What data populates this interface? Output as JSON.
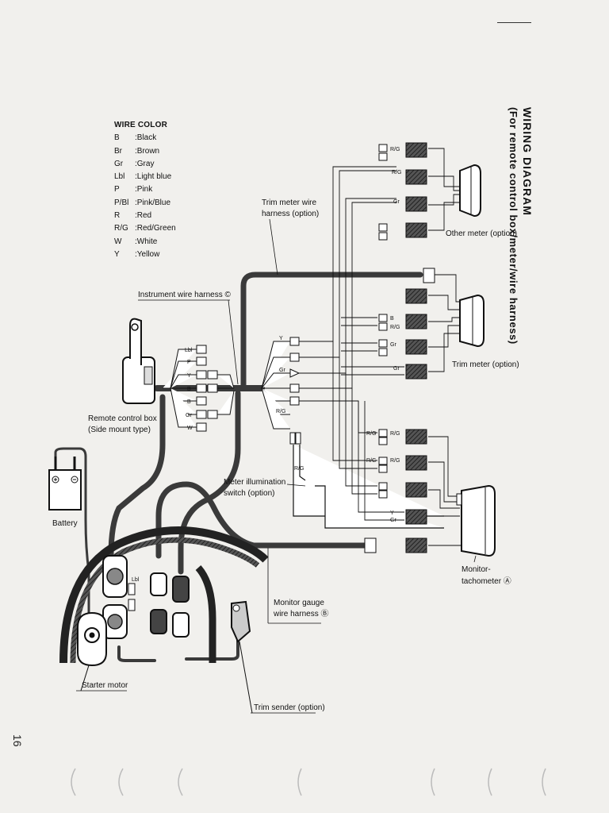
{
  "title": "WIRING DIAGRAM",
  "subtitle": "(For remote control box/meter/wire harness)",
  "page_number": "16",
  "legend": {
    "header": "WIRE COLOR",
    "items": [
      {
        "code": "B",
        "name": ":Black"
      },
      {
        "code": "Br",
        "name": ":Brown"
      },
      {
        "code": "Gr",
        "name": ":Gray"
      },
      {
        "code": "Lbl",
        "name": ":Light blue"
      },
      {
        "code": "P",
        "name": ":Pink"
      },
      {
        "code": "P/Bl",
        "name": ":Pink/Blue"
      },
      {
        "code": "R",
        "name": ":Red"
      },
      {
        "code": "R/G",
        "name": ":Red/Green"
      },
      {
        "code": "W",
        "name": ":White"
      },
      {
        "code": "Y",
        "name": ":Yellow"
      }
    ]
  },
  "labels": {
    "trim_meter_harness_1": "Trim meter wire",
    "trim_meter_harness_2": "harness (option)",
    "other_meter": "Other meter (option)",
    "instrument_harness": "Instrument wire harness ©",
    "trim_meter": "Trim meter (option)",
    "remote_box_1": "Remote control box",
    "remote_box_2": "(Side mount type)",
    "battery": "Battery",
    "meter_switch_1": "Meter illumination",
    "meter_switch_2": "switch (option)",
    "monitor_tach_1": "Monitor-",
    "monitor_tach_2": "tachometer Ⓐ",
    "monitor_harness_1": "Monitor gauge",
    "monitor_harness_2": "wire harness Ⓑ",
    "starter_motor": "Starter motor",
    "trim_sender": "Trim sender (option)"
  },
  "wire_codes": {
    "lbl": "Lbl",
    "p": "P",
    "y": "Y",
    "b": "B",
    "gr": "Gr",
    "w": "W",
    "rg": "R/G"
  }
}
